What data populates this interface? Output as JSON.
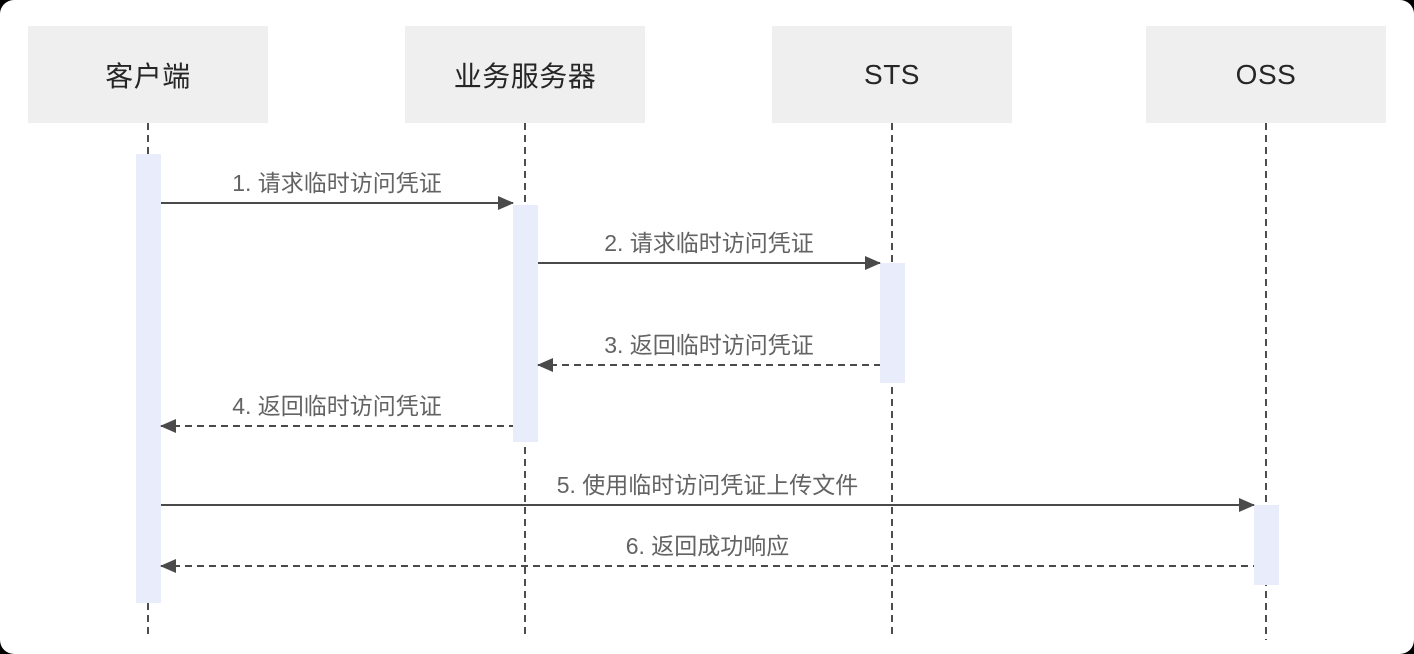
{
  "diagram": {
    "type": "sequence-diagram",
    "actors": [
      {
        "label": "客户端"
      },
      {
        "label": "业务服务器"
      },
      {
        "label": "STS"
      },
      {
        "label": "OSS"
      }
    ],
    "messages": [
      {
        "label": "1. 请求临时访问凭证",
        "from": "客户端",
        "to": "业务服务器",
        "line": "solid",
        "direction": "right"
      },
      {
        "label": "2. 请求临时访问凭证",
        "from": "业务服务器",
        "to": "STS",
        "line": "solid",
        "direction": "right"
      },
      {
        "label": "3. 返回临时访问凭证",
        "from": "STS",
        "to": "业务服务器",
        "line": "dashed",
        "direction": "left"
      },
      {
        "label": "4. 返回临时访问凭证",
        "from": "业务服务器",
        "to": "客户端",
        "line": "dashed",
        "direction": "left"
      },
      {
        "label": "5. 使用临时访问凭证上传文件",
        "from": "客户端",
        "to": "OSS",
        "line": "solid",
        "direction": "right"
      },
      {
        "label": "6. 返回成功响应",
        "from": "OSS",
        "to": "客户端",
        "line": "dashed",
        "direction": "left"
      }
    ],
    "colors": {
      "card_background": "#ffffff",
      "page_background": "#000000",
      "actor_box_background": "#efefef",
      "actor_text": "#262626",
      "message_text": "#636363",
      "arrow_line": "#4a4a4a",
      "lifeline": "#4d4d4d",
      "activation_bar": "#e9ecfa"
    }
  }
}
